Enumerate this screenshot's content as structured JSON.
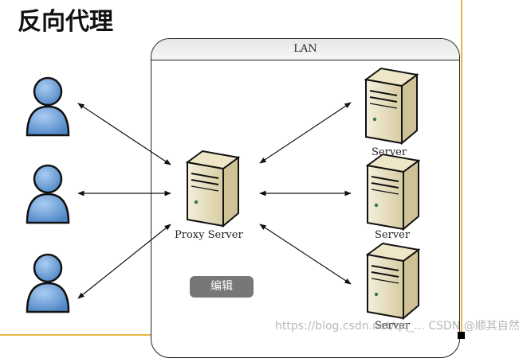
{
  "title": "反向代理",
  "lan_label": "LAN",
  "proxy_label": "Proxy Server",
  "servers": [
    {
      "label": "Server"
    },
    {
      "label": "Server"
    },
    {
      "label": "Server"
    }
  ],
  "edit_button": "编辑",
  "watermark": "https://blog.csdn.net/qq_... CSDN @顺其自然~",
  "colors": {
    "user_blue": "#6b9fd8",
    "server_beige": "#e8dfc0",
    "border_yellow": "#e9b844"
  }
}
